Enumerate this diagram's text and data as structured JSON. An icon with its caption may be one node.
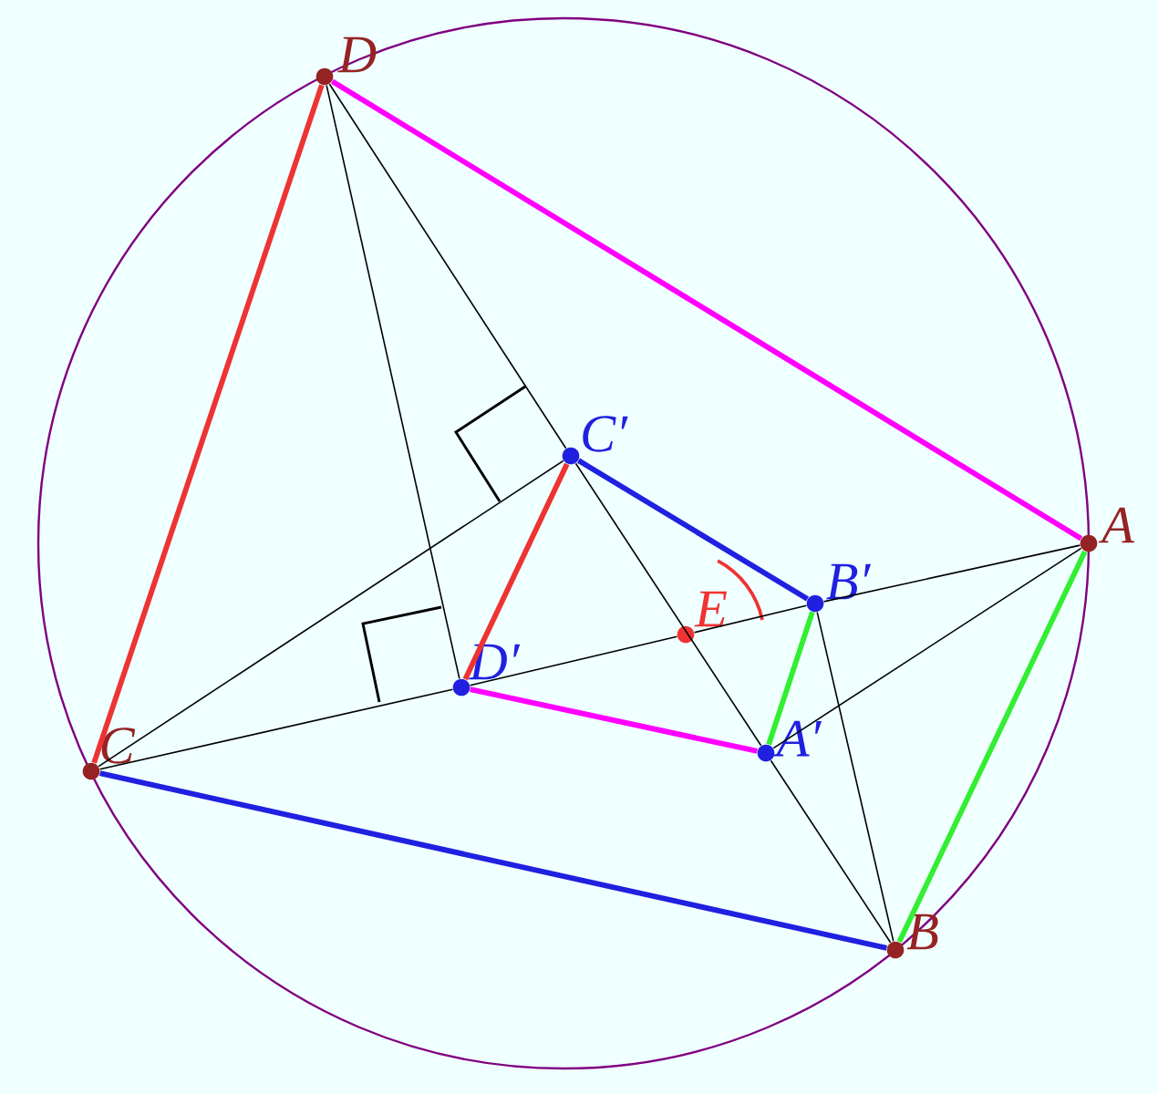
{
  "diagram": {
    "nodes": [
      {
        "text": [
          "D"
        ]
      },
      {
        "text": [
          "A"
        ]
      },
      {
        "text": [
          "B"
        ]
      },
      {
        "text": [
          "C"
        ]
      },
      {
        "text": [
          "C′"
        ]
      },
      {
        "text": [
          "B′"
        ]
      },
      {
        "text": [
          "E"
        ]
      },
      {
        "text": [
          "A′"
        ]
      },
      {
        "text": [
          "D′"
        ]
      }
    ],
    "edges": [
      {
        "from": 0,
        "to": 1,
        "arrow": "none",
        "style": "thick",
        "color": "#ff00ff"
      },
      {
        "from": 1,
        "to": 2,
        "arrow": "none",
        "style": "thick",
        "color": "#33ee33"
      },
      {
        "from": 2,
        "to": 3,
        "arrow": "none",
        "style": "thick",
        "color": "#2020e0"
      },
      {
        "from": 3,
        "to": 0,
        "arrow": "none",
        "style": "thick",
        "color": "#ee3333"
      },
      {
        "from": 4,
        "to": 5,
        "arrow": "none",
        "style": "thick",
        "color": "#2020e0"
      },
      {
        "from": 5,
        "to": 7,
        "arrow": "none",
        "style": "thick",
        "color": "#33ee33"
      },
      {
        "from": 7,
        "to": 8,
        "arrow": "none",
        "style": "thick",
        "color": "#ff00ff"
      },
      {
        "from": 8,
        "to": 4,
        "arrow": "none",
        "style": "thick",
        "color": "#ee3333"
      },
      {
        "from": 0,
        "to": 4,
        "arrow": "none"
      },
      {
        "from": 4,
        "to": 7,
        "arrow": "none"
      },
      {
        "from": 7,
        "to": 2,
        "arrow": "none"
      },
      {
        "from": 3,
        "to": 8,
        "arrow": "none"
      },
      {
        "from": 8,
        "to": 6,
        "arrow": "none"
      },
      {
        "from": 6,
        "to": 5,
        "arrow": "none"
      },
      {
        "from": 5,
        "to": 1,
        "arrow": "none"
      },
      {
        "from": 3,
        "to": 4,
        "arrow": "none"
      },
      {
        "from": 0,
        "to": 8,
        "arrow": "none"
      },
      {
        "from": 1,
        "to": 7,
        "arrow": "none"
      },
      {
        "from": 2,
        "to": 5,
        "arrow": "none"
      }
    ]
  }
}
